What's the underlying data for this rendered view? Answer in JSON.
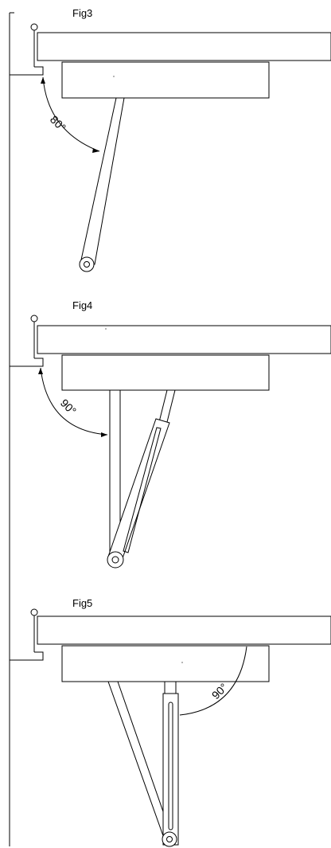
{
  "figures": [
    {
      "label": "Fig3",
      "angle_label": "80°"
    },
    {
      "label": "Fig4",
      "angle_label": "90°"
    },
    {
      "label": "Fig5",
      "angle_label": "90°"
    }
  ]
}
